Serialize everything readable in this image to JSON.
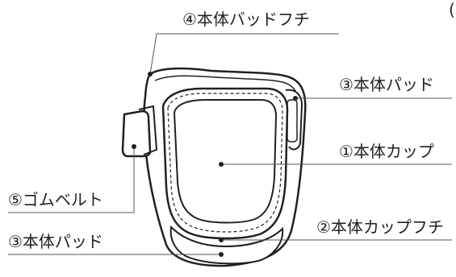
{
  "labels": {
    "pad_edge": "④本体バッドフチ",
    "pad_right": "③本体パッド",
    "cup": "①本体カップ",
    "rubber_belt": "⑤ゴムベルト",
    "cup_edge": "②本体カップフチ",
    "pad_bottom": "③本体パッド",
    "corner_mark": "("
  },
  "colors": {
    "ink": "#231f20",
    "leader": "#555555",
    "fill": "#ffffff"
  }
}
